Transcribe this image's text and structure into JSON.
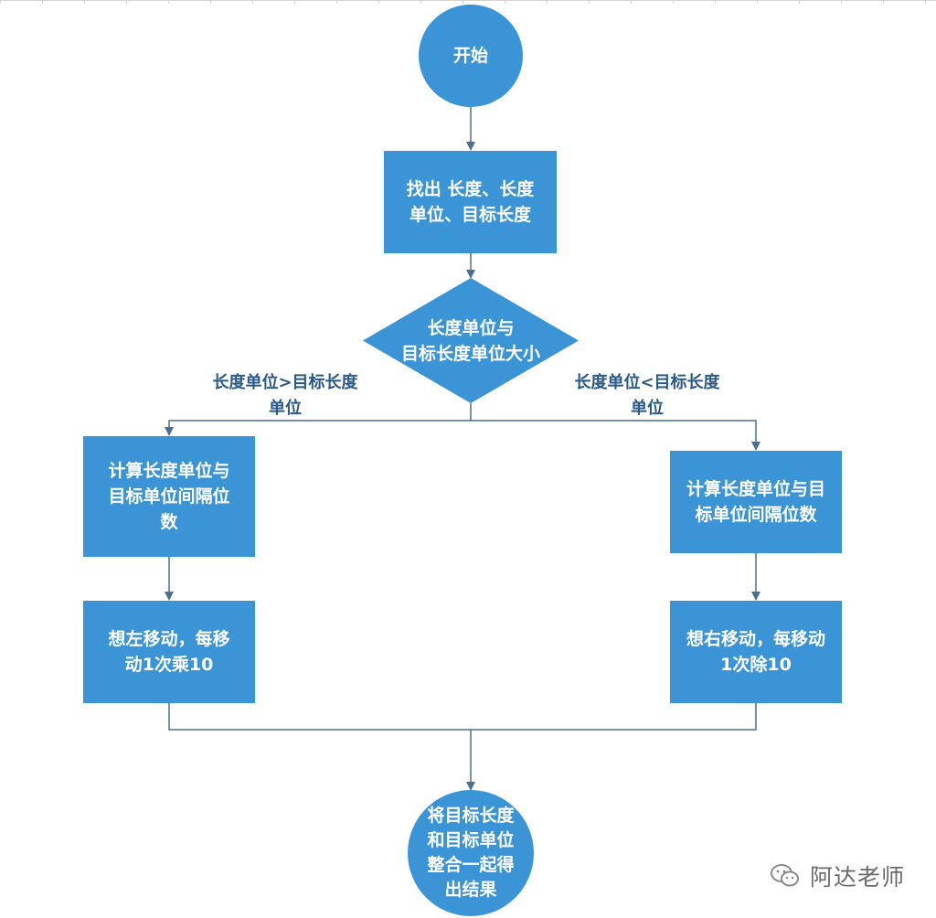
{
  "nodes": {
    "start": "开始",
    "find": "找出 长度、长度\n单位、目标长度",
    "decision": "长度单位与\n目标长度单位大小",
    "left_calc": "计算长度单位与\n目标单位间隔位\n数",
    "right_calc": "计算长度单位与目\n标单位间隔位数",
    "left_move": "想左移动，每移\n动1次乘10",
    "right_move": "想右移动，每移动\n1次除10",
    "end": "将目标长度\n和目标单位\n整合一起得\n出结果"
  },
  "edges": {
    "left_condition": "长度单位>目标长度\n单位",
    "right_condition": "长度单位<目标长度\n单位"
  },
  "watermark": {
    "text": "阿达老师",
    "icon": "wechat-icon"
  },
  "colors": {
    "node_fill": "#3a94d6",
    "connector": "#4a6f8f",
    "edge_label": "#2a5a86"
  }
}
